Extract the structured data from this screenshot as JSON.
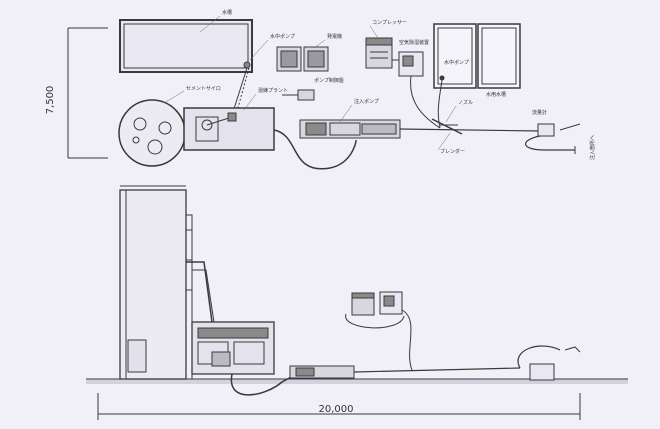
{
  "dimensions": {
    "height_label": "7,500",
    "width_label": "20,000"
  },
  "plan_labels": {
    "water_tank": "水槽",
    "submersible_pump": "水中ポンプ",
    "generator": "発電機",
    "pump_control_panel": "ポンプ制御盤",
    "cement_silo": "セメントサイロ",
    "mixing_plant": "混練プラント",
    "grout_pump": "注入ポンプ",
    "compressor": "コンプレッサー",
    "air_dehumidifier": "空気除湿装置",
    "submersible_pump_2": "水中ポンプ",
    "nozzle": "ノズル",
    "spray_water_tank": "水用水槽",
    "blender": "ブレンダー",
    "flow_meter": "流量計",
    "to_injection": "注入箇所へ"
  },
  "colors": {
    "background": "#f1eff8",
    "line": "#3a3a3a",
    "fill_light": "#e6e4ee",
    "fill_dark": "#8a8a8a",
    "accent": "#c8c3d6"
  }
}
